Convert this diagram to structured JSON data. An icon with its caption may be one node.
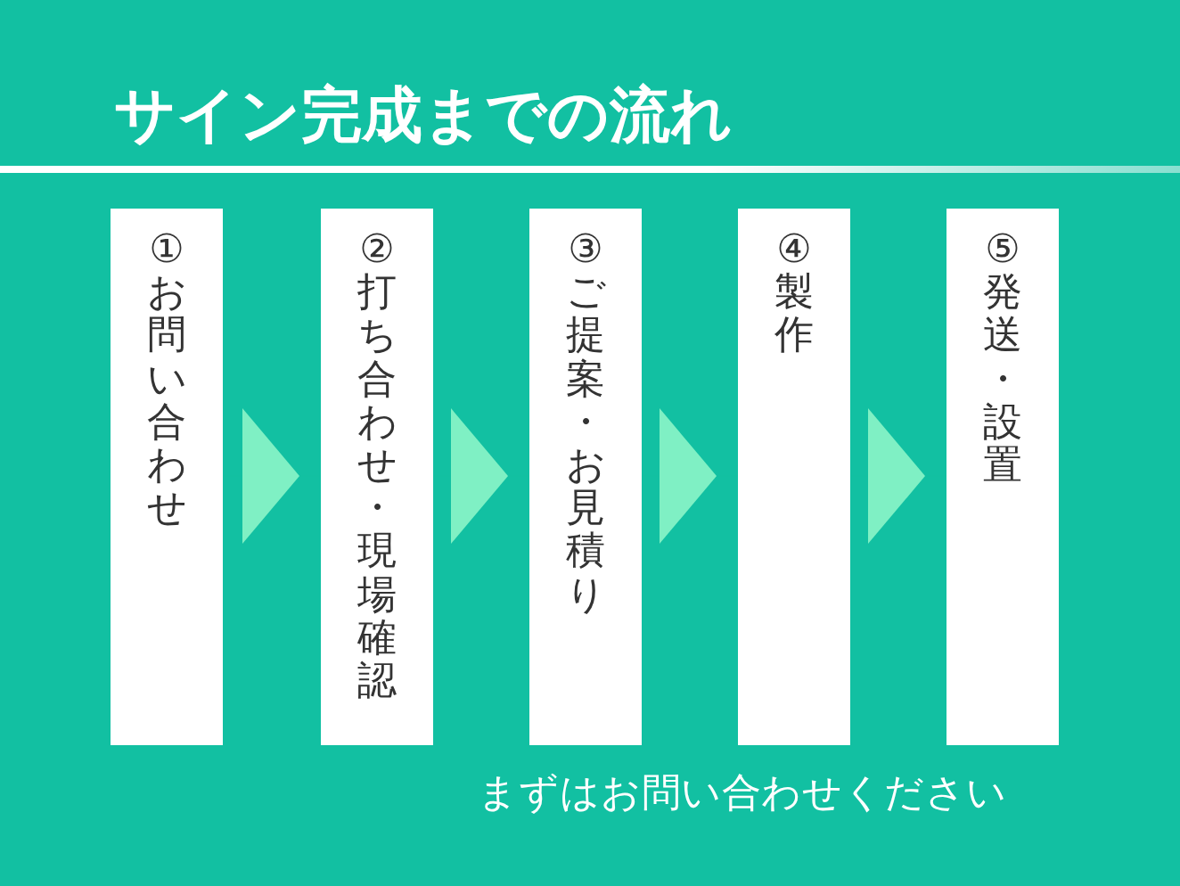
{
  "diagram": {
    "title": "サイン完成までの流れ",
    "nodes": [
      {
        "text": [
          "①お問い合わせ"
        ]
      },
      {
        "text": [
          "②打ち合わせ・現場確認"
        ]
      },
      {
        "text": [
          "③ご提案・お見積り"
        ]
      },
      {
        "text": [
          "④製作"
        ]
      },
      {
        "text": [
          "⑤発送・設置"
        ]
      }
    ],
    "edges": [
      {
        "from": 0,
        "to": 1,
        "arrow": "to"
      },
      {
        "from": 1,
        "to": 2,
        "arrow": "to"
      },
      {
        "from": 2,
        "to": 3,
        "arrow": "to"
      },
      {
        "from": 3,
        "to": 4,
        "arrow": "to"
      }
    ],
    "labels": [
      "まずはお問い合わせください"
    ]
  }
}
